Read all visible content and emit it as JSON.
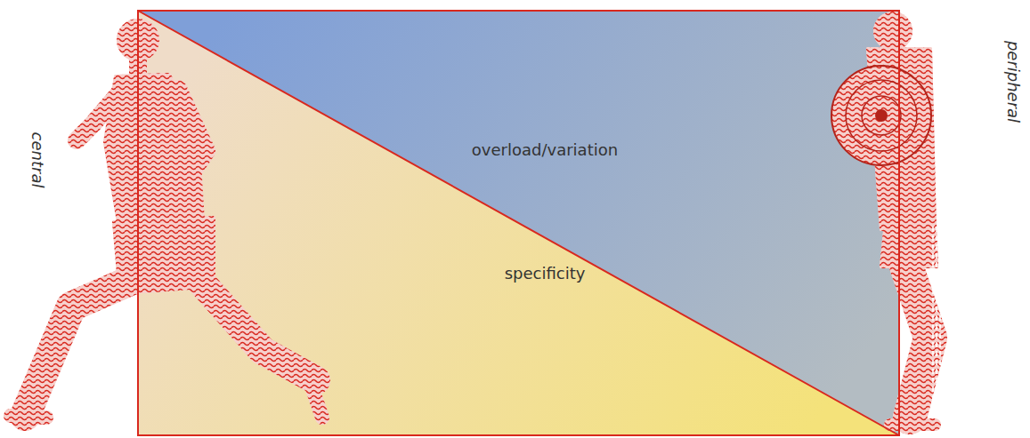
{
  "diagram": {
    "nodes": [
      {
        "text": [
          "overload/variation"
        ]
      },
      {
        "text": [
          "specificity"
        ]
      }
    ],
    "labels": [
      "central",
      "peripheral"
    ]
  }
}
